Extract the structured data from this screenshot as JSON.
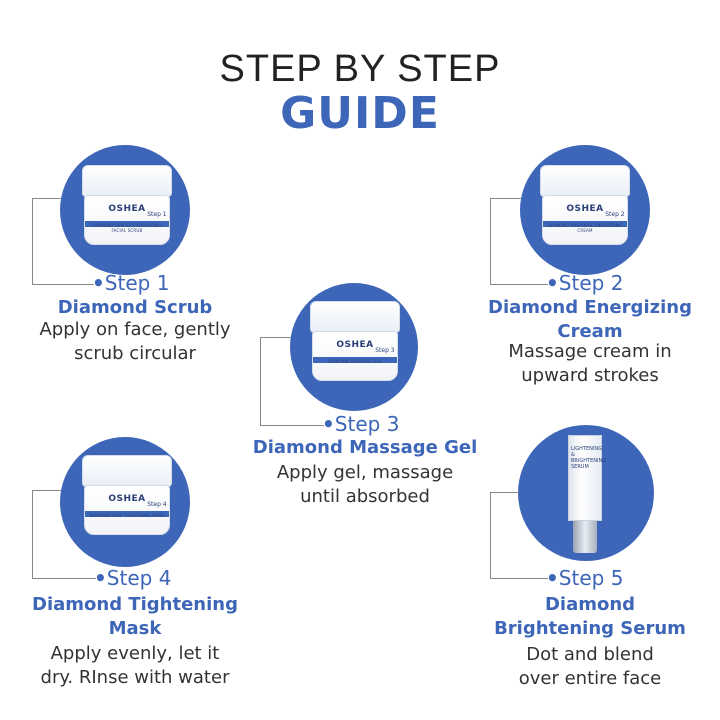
{
  "title": {
    "line1": "STEP BY STEP",
    "line2": "GUIDE"
  },
  "brand": "OSHEA",
  "steps": [
    {
      "step": "Step 1",
      "name_lines": [
        "Diamond Scrub"
      ],
      "desc_lines": [
        "Apply on face, gently",
        "scrub circular"
      ],
      "jar_label": "DIAMOND GENTLE EXFOLIATING FACIAL SCRUB",
      "jar_step": "Step 1"
    },
    {
      "step": "Step 2",
      "name_lines": [
        "Diamond Energizing",
        "Cream"
      ],
      "desc_lines": [
        "Massage cream in",
        "upward strokes"
      ],
      "jar_label": "DIAMOND YOUTHFUL ENERGIZING CREAM",
      "jar_step": "Step 2"
    },
    {
      "step": "Step 3",
      "name_lines": [
        "Diamond Massage Gel"
      ],
      "desc_lines": [
        "Apply gel, massage",
        "until absorbed"
      ],
      "jar_label": "DIAMOND MASSAGE GEL",
      "jar_step": "Step 3"
    },
    {
      "step": "Step 4",
      "name_lines": [
        "Diamond Tightening",
        "Mask"
      ],
      "desc_lines": [
        "Apply evenly, let it",
        "dry. RInse with water"
      ],
      "jar_label": "DIAMOND SKIN TIGHTENING MASK",
      "jar_step": "Step 4"
    },
    {
      "step": "Step 5",
      "name_lines": [
        "Diamond",
        "Brightening Serum"
      ],
      "desc_lines": [
        "Dot and blend",
        "over entire face"
      ],
      "tube_label": "LIGHTENING & BRIGHTENING SERUM"
    }
  ],
  "colors": {
    "accent": "#3d66b8",
    "text": "#333333"
  }
}
